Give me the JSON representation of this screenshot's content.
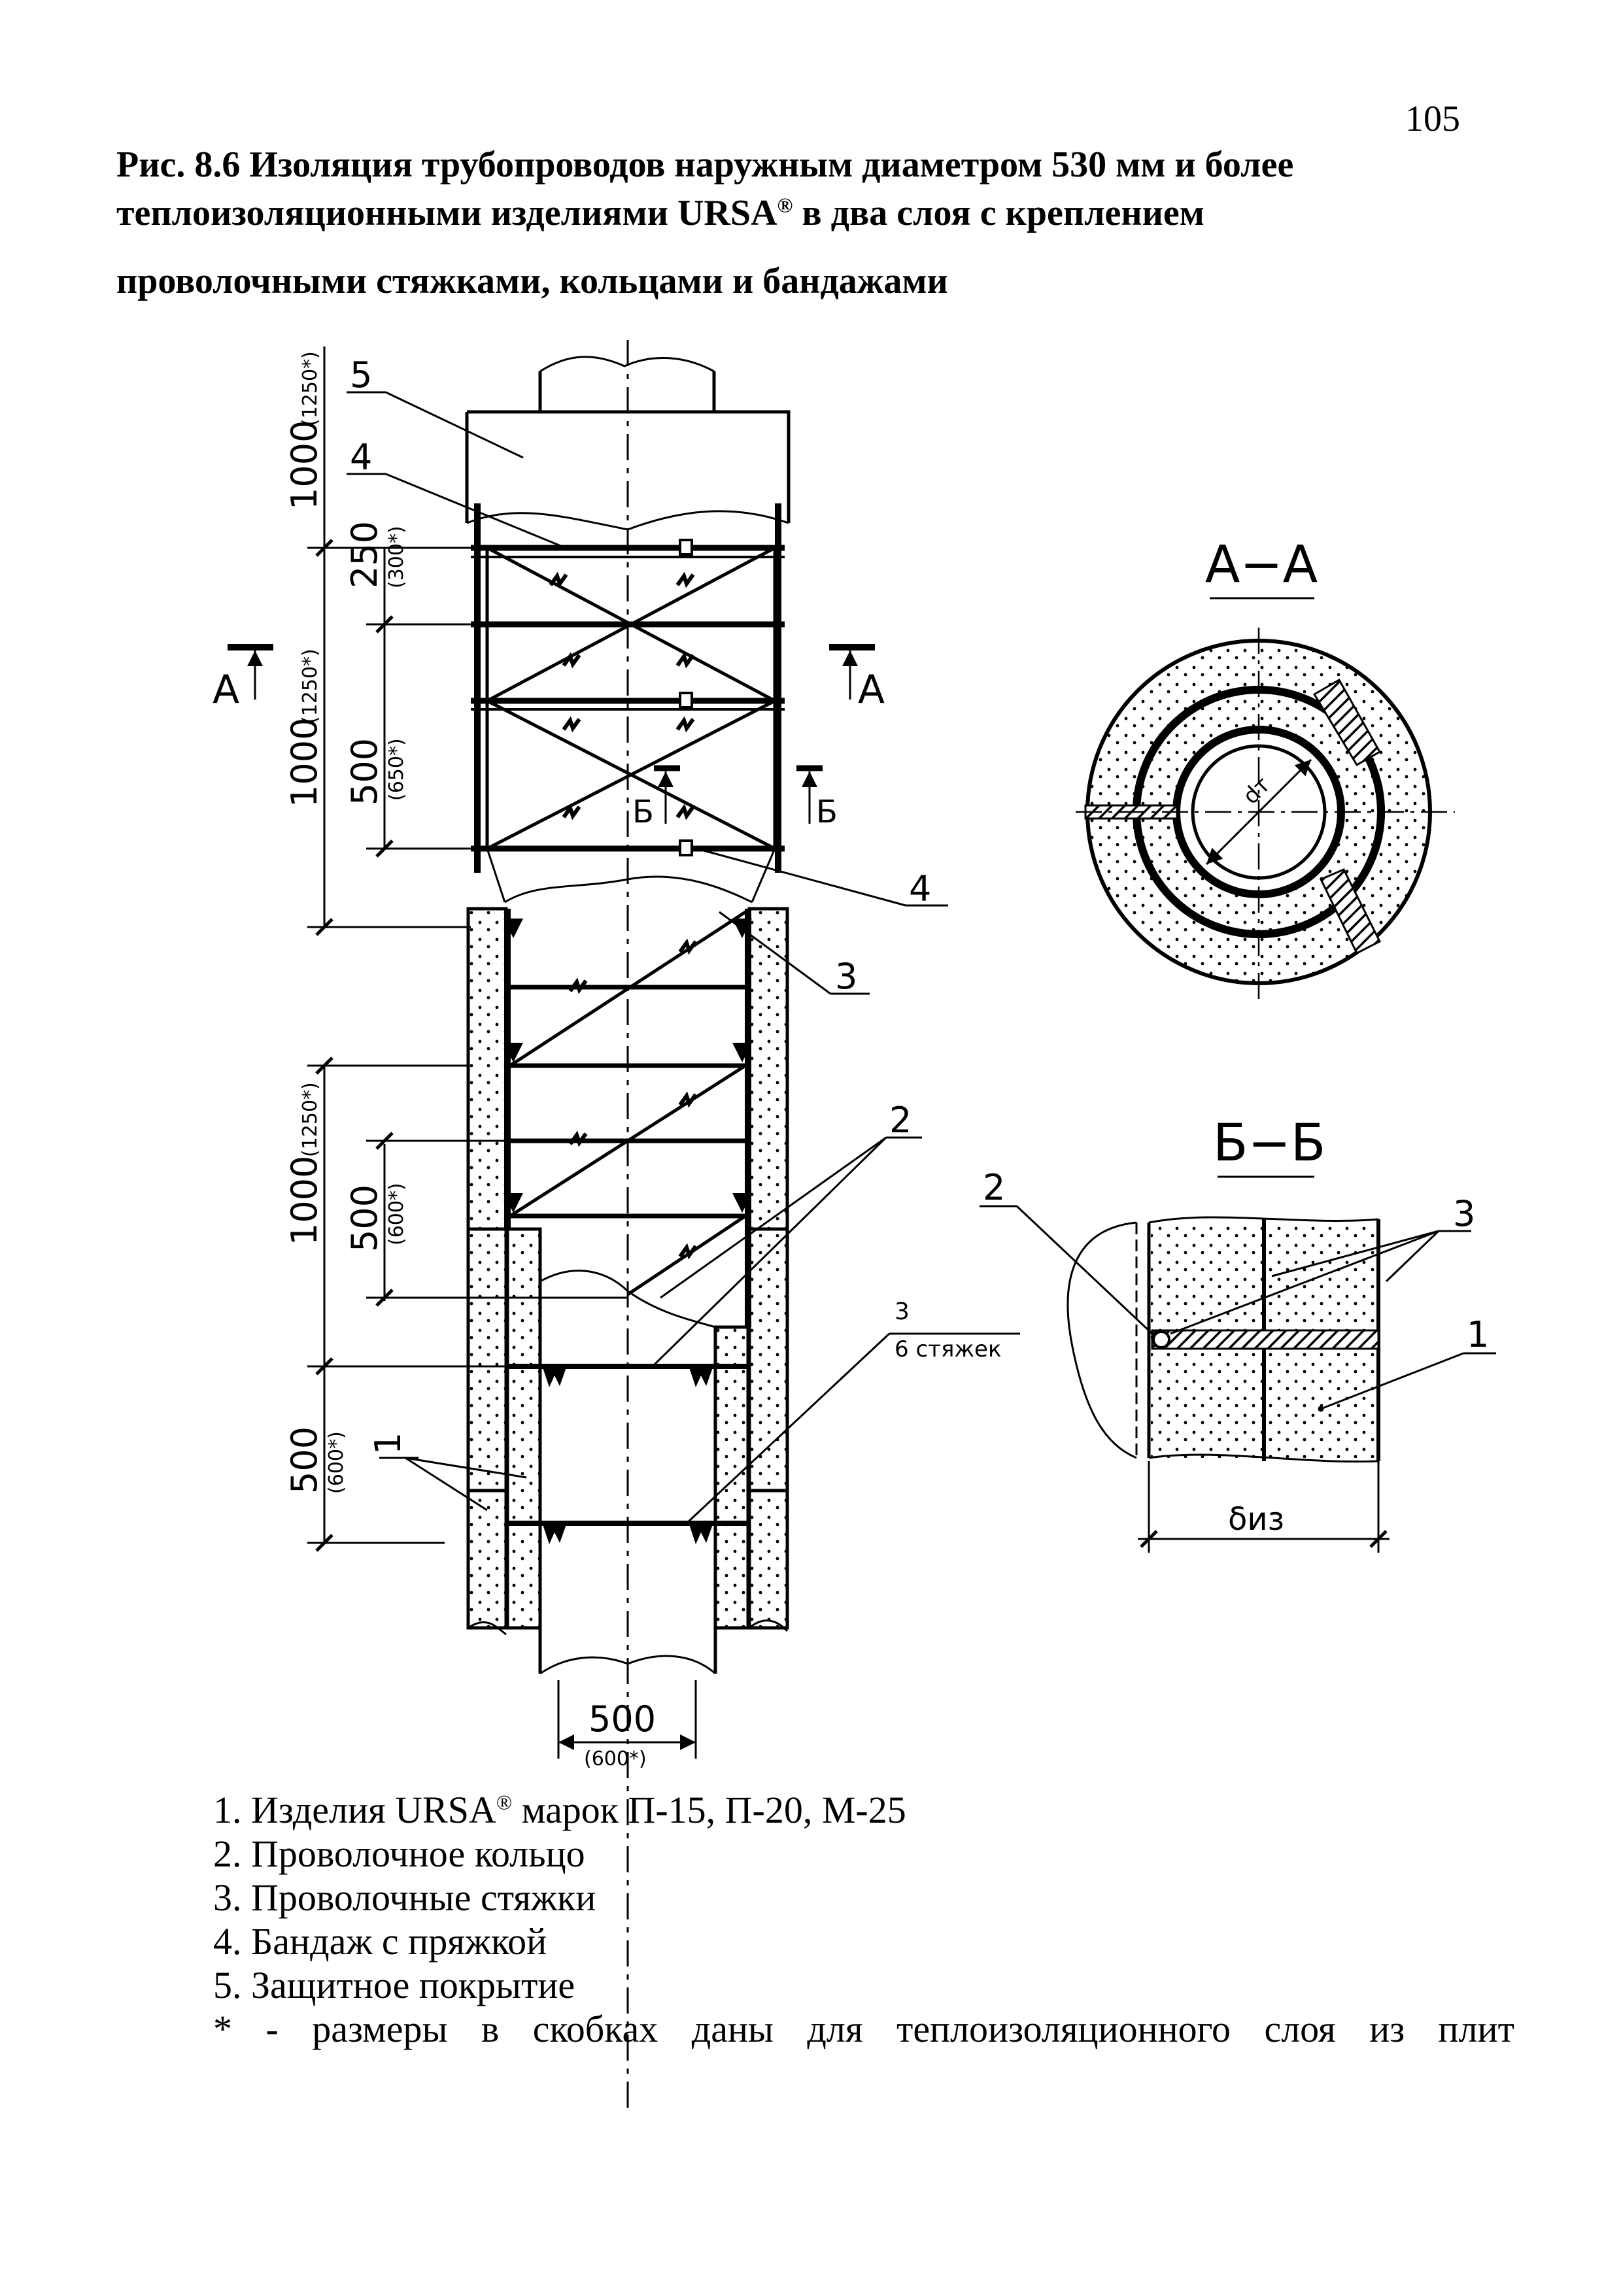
{
  "page_number": "105",
  "title": {
    "line1": "Рис. 8.6 Изоляция трубопроводов наружным диаметром 530 мм и более",
    "line2_before": "теплоизоляционными изделиями URSA",
    "line2_sup": "®",
    "line2_after": " в два слоя с креплением",
    "line3": "проволочными стяжками, кольцами и бандажами"
  },
  "drawing": {
    "callouts": {
      "c5": "5",
      "c4_top": "4",
      "c4_mid": "4",
      "c3_mid": "3",
      "c2_mid": "2",
      "c3_ties": "3",
      "ties_note": "6 стяжек",
      "c1_left": "1",
      "bb_c2": "2",
      "bb_c3": "3",
      "bb_c1": "1"
    },
    "section_marks": {
      "a_left": "А",
      "a_right": "А",
      "b_left": "Б",
      "b_right": "Б"
    },
    "section_titles": {
      "aa": "А−А",
      "bb": "Б−Б"
    },
    "dimensions": {
      "d1_main": "1000",
      "d1_alt": "(1250*)",
      "d2_main": "250",
      "d2_alt": "(300*)",
      "d3_main": "1000",
      "d3_alt": "(1250*)",
      "d4_main": "500",
      "d4_alt": "(650*)",
      "d5_main": "1000",
      "d5_alt": "(1250*)",
      "d6_main": "500",
      "d6_alt": "(600*)",
      "d7_main": "500",
      "d7_alt": "(600*)",
      "d8_main": "500",
      "d8_alt": "(600*)",
      "diameter": "dт",
      "thickness": "δиз"
    }
  },
  "legend": {
    "item1_before": "1. Изделия URSA",
    "item1_sup": "®",
    "item1_after": "  марок П-15, П-20, М-25",
    "item2": "2. Проволочное кольцо",
    "item3": "3. Проволочные стяжки",
    "item4": "4. Бандаж с пряжкой",
    "item5": "5. Защитное покрытие",
    "note_words": [
      "*",
      "-",
      "размеры",
      "в",
      "скобках",
      "даны",
      "для",
      "теплоизоляционного",
      "слоя",
      "из",
      "плит"
    ]
  }
}
